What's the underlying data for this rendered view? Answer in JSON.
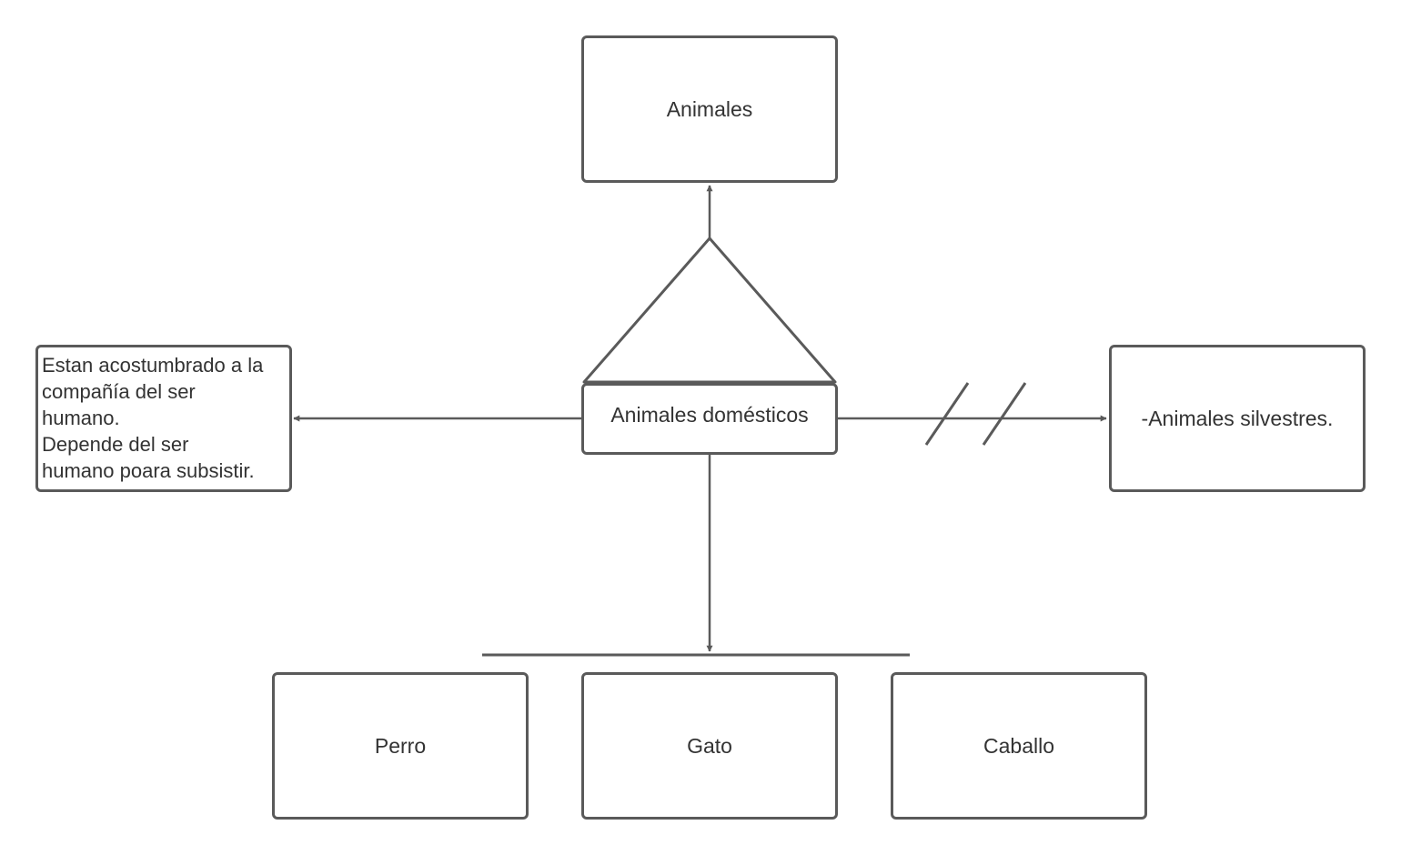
{
  "diagram": {
    "root": "Animales",
    "specialization": "Animales domésticos",
    "note_lines": [
      "Estan acostumbrado a la",
      "compañía del ser",
      "humano.",
      "Depende del ser",
      "humano poara subsistir."
    ],
    "excluded": "-Animales silvestres.",
    "children": [
      "Perro",
      "Gato",
      "Caballo"
    ]
  },
  "colors": {
    "stroke": "#5a5a5a",
    "text": "#333333",
    "background": "#ffffff"
  }
}
